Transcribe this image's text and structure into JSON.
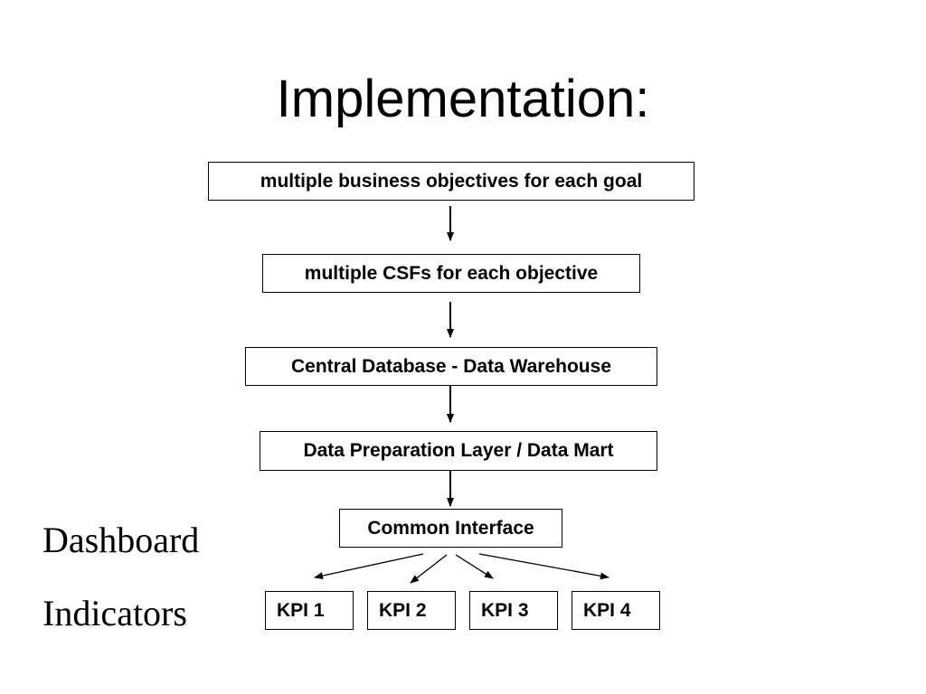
{
  "slide": {
    "title": "Implementation:",
    "side_labels": {
      "dashboard": "Dashboard",
      "indicators": "Indicators"
    },
    "flow_boxes": {
      "objectives": "multiple business objectives for each goal",
      "csfs": "multiple CSFs for each objective",
      "warehouse": "Central Database - Data Warehouse",
      "data_mart": "Data Preparation Layer / Data Mart",
      "interface": "Common Interface"
    },
    "kpis": [
      "KPI 1",
      "KPI 2",
      "KPI 3",
      "KPI 4"
    ]
  },
  "colors": {
    "background": "#ffffff",
    "text": "#000000",
    "border": "#000000"
  }
}
